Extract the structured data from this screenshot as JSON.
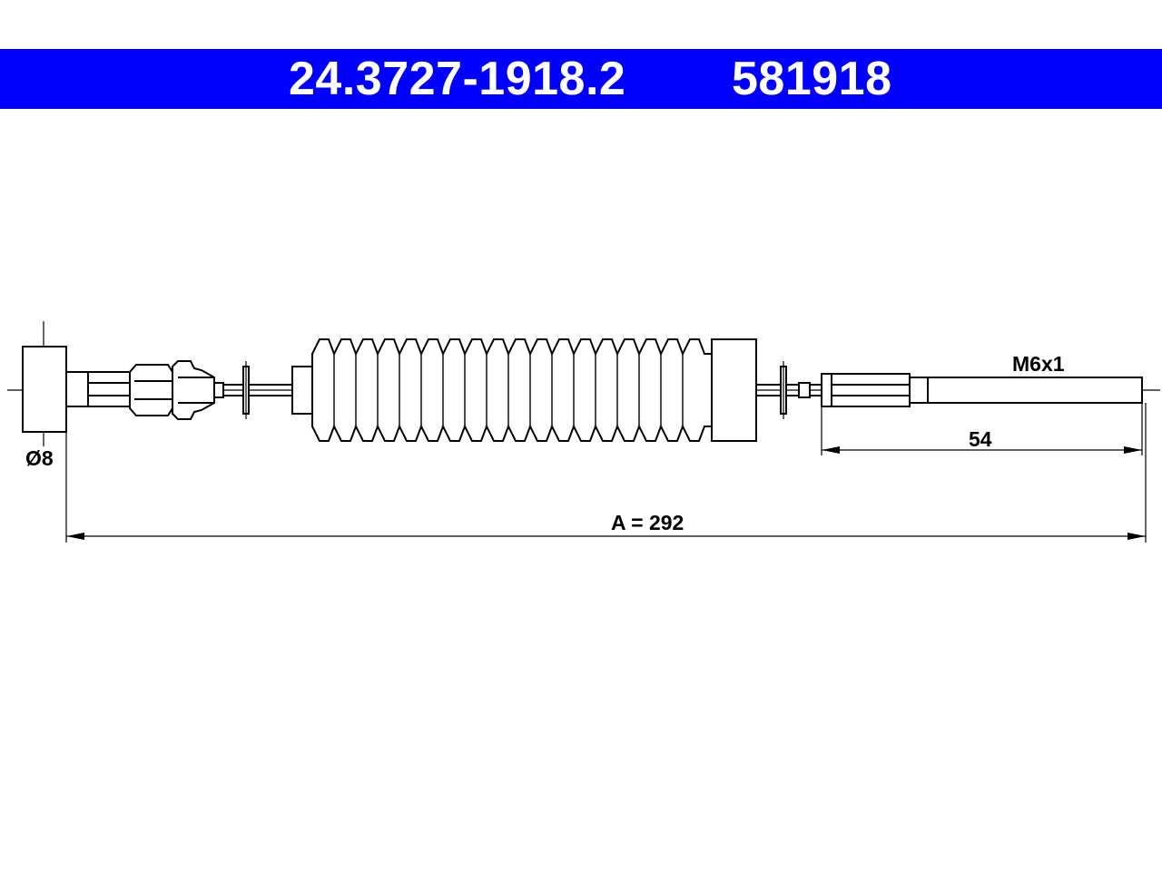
{
  "header": {
    "part_number": "24.3727-1918.2",
    "reference_number": "581918",
    "background_color": "#0000ff",
    "text_color": "#ffffff"
  },
  "drawing": {
    "diameter_label": "Ø8",
    "thread_label": "M6x1",
    "thread_length_label": "54",
    "overall_length_label": "A = 292",
    "line_color": "#000000",
    "fill_color": "#ffffff"
  }
}
